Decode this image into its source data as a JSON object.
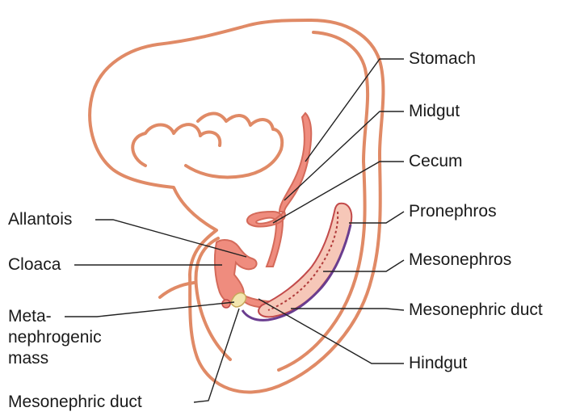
{
  "labels": {
    "stomach": "Stomach",
    "midgut": "Midgut",
    "cecum": "Cecum",
    "pronephros": "Pronephros",
    "mesonephros": "Mesonephros",
    "mesonephric_duct_right": "Mesonephric duct",
    "hindgut": "Hindgut",
    "allantois": "Allantois",
    "cloaca": "Cloaca",
    "metanephrogenic_line1": "Meta-",
    "metanephrogenic_line2": "nephrogenic",
    "metanephrogenic_line3": "mass",
    "mesonephric_duct_bottom": "Mesonephric duct"
  },
  "colors": {
    "embryo_outline": "#e08a66",
    "gut_fill": "#ef8c7e",
    "mesonephros_fill": "#f6c7b8",
    "mesonephric_duct": "#6a3d8f",
    "metanephrogenic_mass": "#f2e6b0",
    "leader_lines": "#222222"
  }
}
